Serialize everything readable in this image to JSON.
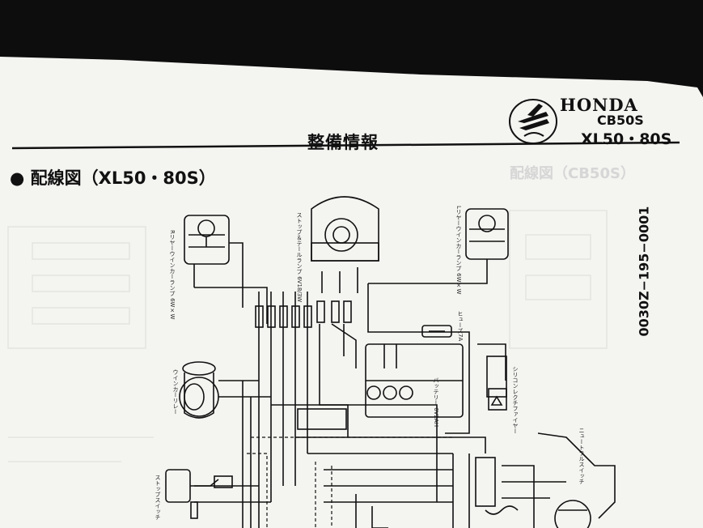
{
  "header": {
    "brand": "HONDA",
    "model_line1": "CB50S",
    "model_line2": "XL50・80S",
    "page_title": "整備情報"
  },
  "section": {
    "bullet": "●",
    "title": "配線図（XL50・80S）"
  },
  "part_code": "0030Z−195−0001",
  "ghost_text": "配線図（CB50S）",
  "labels": {
    "rear_winker_r": "Rリヤーウインカーランプ 6W×W",
    "stop_tail": "ストップ＆テールランプ 6V18/3W",
    "rear_winker_l": "Lリヤーウインカーランプ 6W×W",
    "fuse": "ヒューズ7A",
    "battery": "バッテリー 6V2AH",
    "rectifier": "シリコンレクチファイヤー",
    "winker_relay": "ウインカーリレー",
    "neutral_switch": "ニュートラルスイッチ",
    "stop_switch": "ストップスイッチ"
  }
}
